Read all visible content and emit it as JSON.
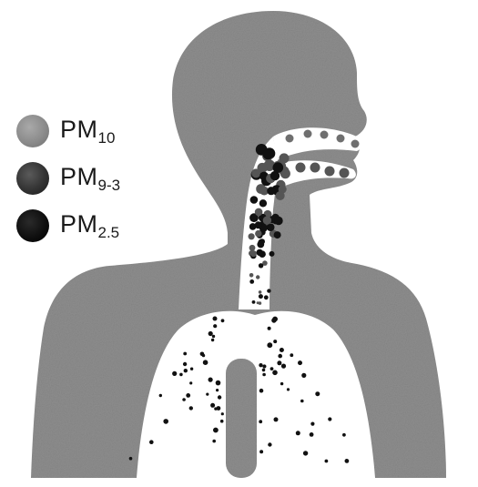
{
  "legend": [
    {
      "prefix": "PM",
      "subscript": "10",
      "color": "#8b8b8b",
      "icon": "pm10-particle-icon"
    },
    {
      "prefix": "PM",
      "subscript": "9-3",
      "color": "#333333",
      "icon": "pm9-3-particle-icon"
    },
    {
      "prefix": "PM",
      "subscript": "2.5",
      "color": "#0d0d0d",
      "icon": "pm2-5-particle-icon"
    }
  ],
  "colors": {
    "body": "#8e8e8e",
    "airway": "#ffffff",
    "particle_dark": "#111111",
    "particle_gray": "#777777"
  }
}
